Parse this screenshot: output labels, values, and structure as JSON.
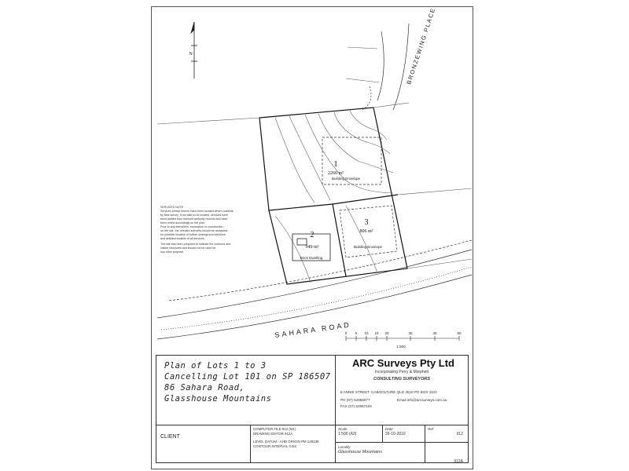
{
  "plan": {
    "road_name": "SAHARA ROAD",
    "place_name": "BRONZEWING PLACE",
    "lots": [
      {
        "label": "1",
        "area": "2260 m²"
      },
      {
        "label": "2",
        "area": "949 m²"
      },
      {
        "label": "3",
        "area": "806 m²"
      }
    ],
    "building_labels": [
      "Brick Dwelling",
      "Building Envelope",
      "Building Envelope"
    ],
    "services_note": [
      "SERVICES NOTE",
      "Services shown hereon have been located where possible",
      "by field survey. If not able to be located, services have",
      "been plotted from relevant authority records and have",
      "been noted accordingly on the plan.",
      "Prior to any demolition, excavation or construction",
      "on the site, the relevant authority should be contacted",
      "for possible location of further underground services",
      "and detailed location of all services.",
      "",
      "The site has been prepared to indicate the contours and",
      "visible structures and should not be used for",
      "any other purpose."
    ],
    "scale_bar": {
      "ticks": [
        "0",
        "5",
        "10",
        "15",
        "20",
        "30",
        "40",
        "50"
      ],
      "ratio": "1:500"
    }
  },
  "title_block": {
    "plan_lines": [
      "Plan of Lots 1 to 3",
      "Cancelling Lot 101 on SP 186507",
      "86 Sahara Road,",
      "Glasshouse Mountains"
    ],
    "firm": {
      "name": "ARC Surveys Pty Ltd",
      "subtitle": "Incorporating Perry & Morphett",
      "role": "CONSULTING SURVEYORS",
      "address": "8 ANNIE STREET, CABOOLTURE QLD 4510   PO BOX 1102",
      "phone": "PH (07) 54955977",
      "email": "Email info@arcsurveys.com.au",
      "fax": "FAX (07) 54957404"
    },
    "client_label": "CLIENT",
    "computer_file": "COMPUTER FILE  912 (M1)",
    "drawing_editor": "DRAWING EDITOR  912A",
    "level_datum": "LEVEL DATUM - AHD ORIGIN PM 128138",
    "contour_interval": "CONTOUR INTERVAL  0.5m",
    "scale_label": "Scale",
    "scale_value": "1:500 (A3)",
    "date_label": "Date",
    "date_value": "26-10-2010",
    "ref_label": "Ref",
    "ref_value": "912",
    "locality_label": "Locality",
    "locality_value": "Glasshouse Mountains",
    "plan_number": "912A"
  }
}
